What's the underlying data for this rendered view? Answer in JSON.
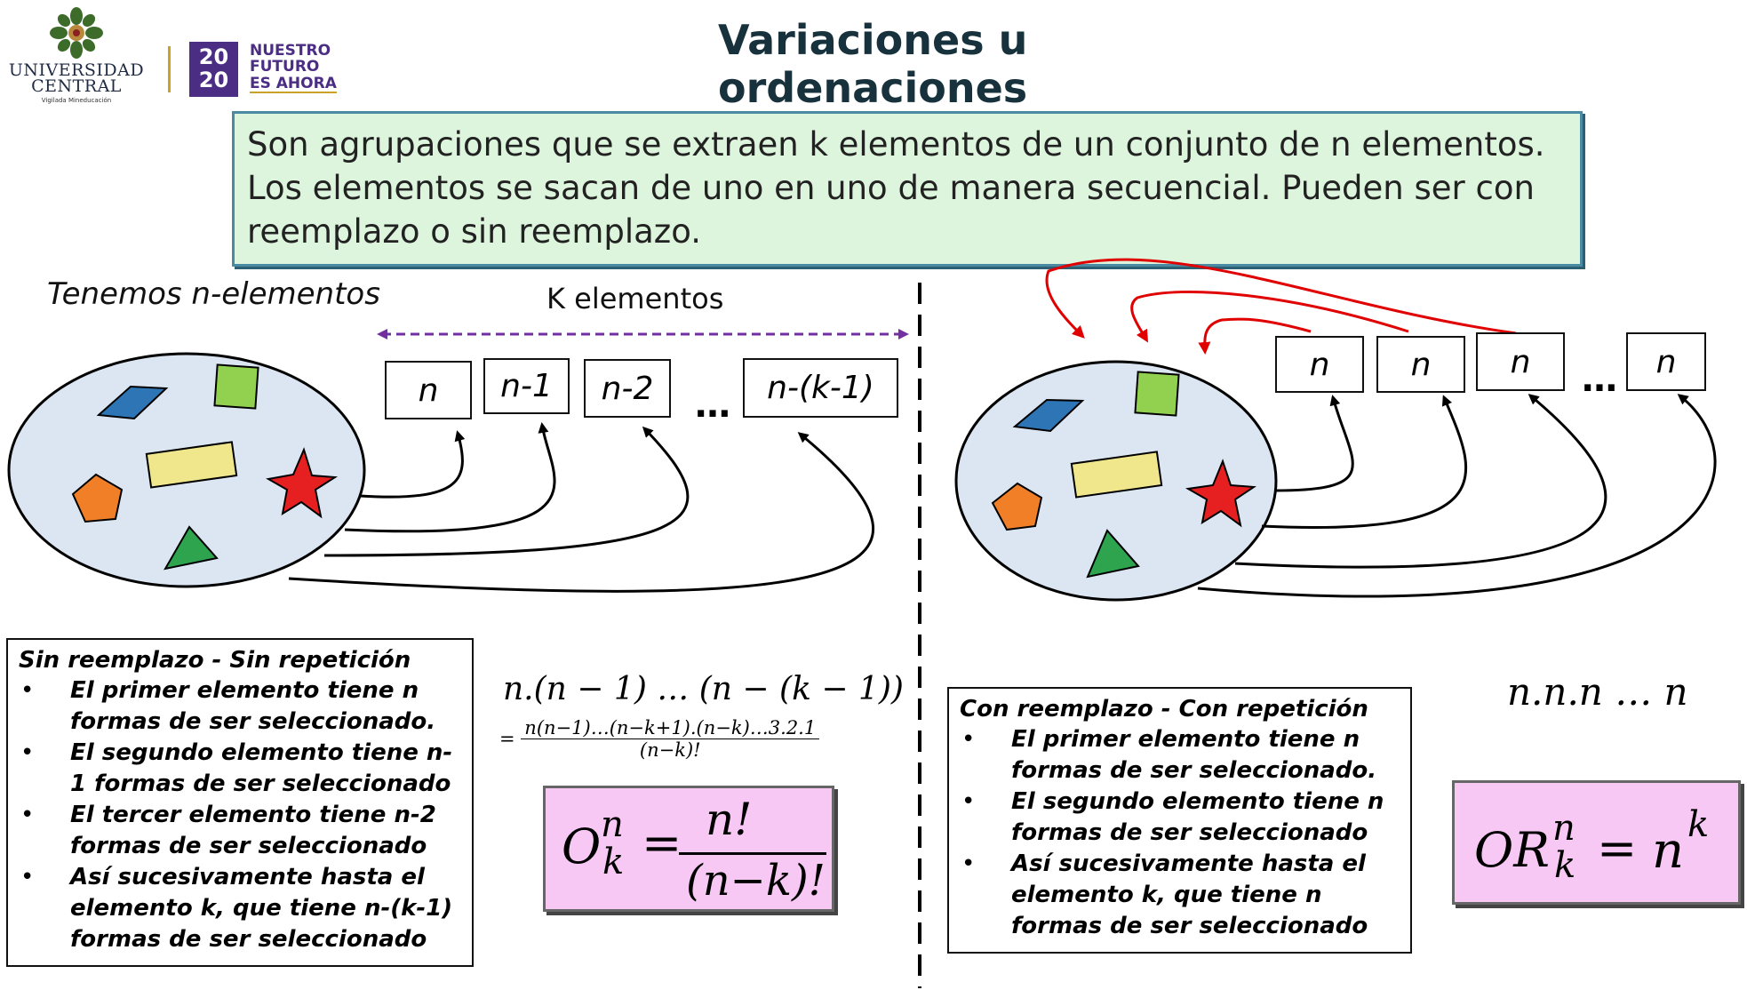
{
  "header": {
    "logo_text": "UNIVERSIDAD CENTRAL",
    "logo_line1": "UNIVERSIDAD",
    "logo_line2": "CENTRAL",
    "logo_motto": "Vigilada Mineducación",
    "year_top": "20",
    "year_bottom": "20",
    "slogan_line1": "NUESTRO",
    "slogan_line2": "FUTURO",
    "slogan_line3": "ES AHORA"
  },
  "title": "Variaciones u ordenaciones",
  "definition": "Son agrupaciones que se extraen k elementos de un conjunto de n elementos. Los elementos se sacan de uno en uno de manera secuencial. Pueden ser con reemplazo o sin reemplazo.",
  "left": {
    "set_label": "Tenemos n-elementos",
    "k_label": "K elementos",
    "boxes": [
      "n",
      "n-1",
      "n-2",
      "n-(k-1)"
    ],
    "ellipsis": "…"
  },
  "right": {
    "boxes": [
      "n",
      "n",
      "n",
      "n"
    ],
    "ellipsis": "…"
  },
  "without_replacement": {
    "title": "Sin reemplazo - Sin repetición",
    "items": [
      "El primer elemento tiene n formas de ser seleccionado.",
      "El segundo elemento tiene n-1 formas de ser seleccionado",
      "El tercer elemento tiene n-2 formas de ser seleccionado",
      "Así sucesivamente hasta el elemento k, que tiene n-(k-1) formas de ser seleccionado"
    ],
    "product": "n.(n − 1) … (n − (k − 1))",
    "eq_sign": "=",
    "expansion_num": "n(n−1)…(n−k+1).(n−k)…3.2.1",
    "expansion_den": "(n−k)!",
    "formula_O": "O",
    "formula_sup": "n",
    "formula_sub": "k",
    "formula_eq": "=",
    "formula_num": "n!",
    "formula_den": "(n−k)!"
  },
  "with_replacement": {
    "title": "Con reemplazo - Con repetición",
    "items": [
      "El primer elemento tiene n formas de ser seleccionado.",
      "El segundo elemento tiene n formas de ser seleccionado",
      "Así sucesivamente hasta el elemento k, que tiene n formas de ser seleccionado"
    ],
    "product": "n.n.n … n",
    "formula_OR": "OR",
    "formula_sup": "n",
    "formula_sub": "k",
    "formula_eq": "=",
    "formula_rhs": "n",
    "formula_exp": "k"
  },
  "colors": {
    "title": "#17323d",
    "definition_bg": "#dcf5dc",
    "definition_border": "#4a8ba3",
    "formula_bg": "#f8c8f4",
    "k_arrow": "#7030a0",
    "return_arrows": "#e00000",
    "set_fill": "#dce6f2"
  }
}
